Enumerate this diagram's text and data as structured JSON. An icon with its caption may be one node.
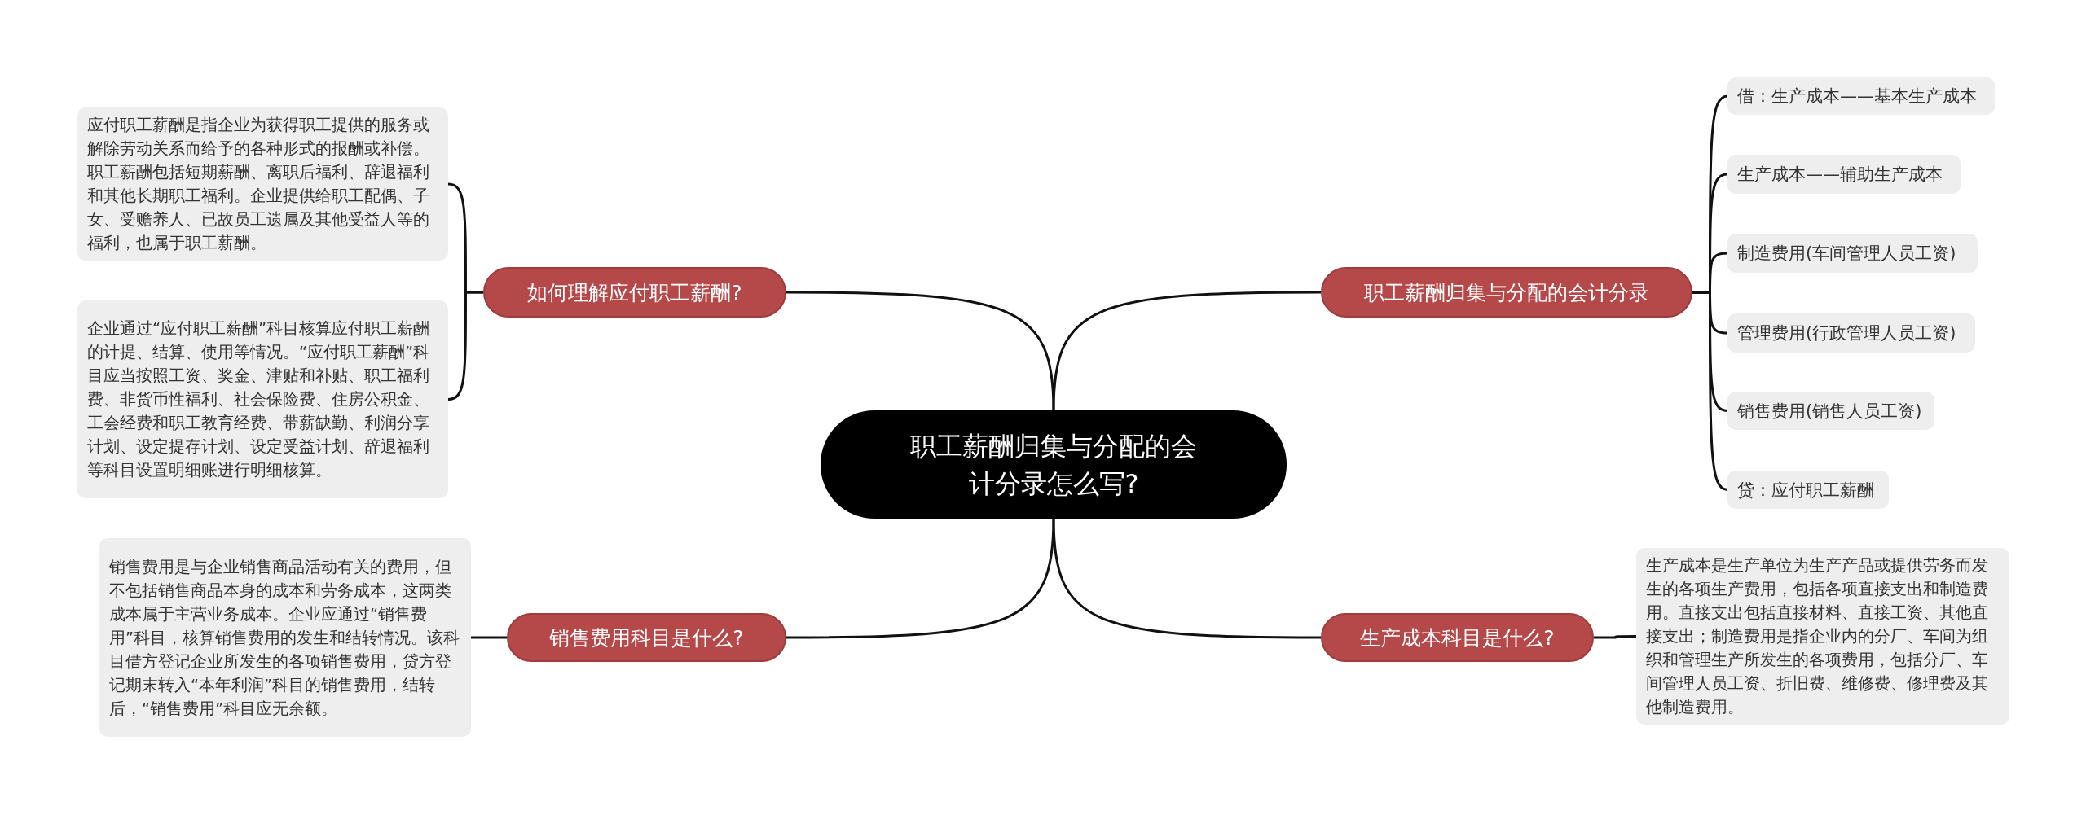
{
  "diagram": {
    "nodes": [
      {
        "text": [
          "职工薪酬归集与分配的会计分录怎么写?"
        ]
      },
      {
        "text": [
          "如何理解应付职工薪酬?"
        ]
      },
      {
        "text": [
          "应付职工薪酬是指企业为获得职工提供的服务或解除劳动关系而给予的各种形式的报酬或补偿。职工薪酬包括短期薪酬、离职后福利、辞退福利和其他长期职工福利。企业提供给职工配偶、子女、受赡养人、已故员工遗属及其他受益人等的福利，也属于职工薪酬。"
        ]
      },
      {
        "text": [
          "企业通过“应付职工薪酬”科目核算应付职工薪酬的计提、结算、使用等情况。“应付职工薪酬”科目应当按照工资、奖金、津贴和补贴、职工福利费、非货币性福利、社会保险费、住房公积金、工会经费和职工教育经费、带薪缺勤、利润分享计划、设定提存计划、设定受益计划、辞退福利等科目设置明细账进行明细核算。"
        ]
      },
      {
        "text": [
          "销售费用科目是什么?"
        ]
      },
      {
        "text": [
          "销售费用是与企业销售商品活动有关的费用，但不包括销售商品本身的成本和劳务成本，这两类成本属于主营业务成本。企业应通过“销售费用”科目，核算销售费用的发生和结转情况。该科目借方登记企业所发生的各项销售费用，贷方登记期末转入“本年利润”科目的销售费用，结转后，“销售费用”科目应无余额。"
        ]
      },
      {
        "text": [
          "职工薪酬归集与分配的会计分录"
        ]
      },
      {
        "text": [
          "借：生产成本——基本生产成本"
        ]
      },
      {
        "text": [
          "生产成本——辅助生产成本"
        ]
      },
      {
        "text": [
          "制造费用(车间管理人员工资)"
        ]
      },
      {
        "text": [
          "管理费用(行政管理人员工资)"
        ]
      },
      {
        "text": [
          "销售费用(销售人员工资)"
        ]
      },
      {
        "text": [
          "贷：应付职工薪酬"
        ]
      },
      {
        "text": [
          "生产成本科目是什么?"
        ]
      },
      {
        "text": [
          "生产成本是生产单位为生产产品或提供劳务而发生的各项生产费用，包括各项直接支出和制造费用。直接支出包括直接材料、直接工资、其他直接支出；制造费用是指企业内的分厂、车间为组织和管理生产所发生的各项费用，包括分厂、车间管理人员工资、折旧费、维修费、修理费及其他制造费用。"
        ]
      }
    ],
    "edges": [
      {
        "from": 0,
        "to": 1,
        "arrow": "none"
      },
      {
        "from": 1,
        "to": 2,
        "arrow": "none"
      },
      {
        "from": 1,
        "to": 3,
        "arrow": "none"
      },
      {
        "from": 0,
        "to": 4,
        "arrow": "none"
      },
      {
        "from": 4,
        "to": 5,
        "arrow": "none"
      },
      {
        "from": 0,
        "to": 6,
        "arrow": "none"
      },
      {
        "from": 6,
        "to": 7,
        "arrow": "none"
      },
      {
        "from": 6,
        "to": 8,
        "arrow": "none"
      },
      {
        "from": 6,
        "to": 9,
        "arrow": "none"
      },
      {
        "from": 6,
        "to": 10,
        "arrow": "none"
      },
      {
        "from": 6,
        "to": 11,
        "arrow": "none"
      },
      {
        "from": 6,
        "to": 12,
        "arrow": "none"
      },
      {
        "from": 0,
        "to": 13,
        "arrow": "none"
      },
      {
        "from": 13,
        "to": 14,
        "arrow": "none"
      }
    ]
  }
}
